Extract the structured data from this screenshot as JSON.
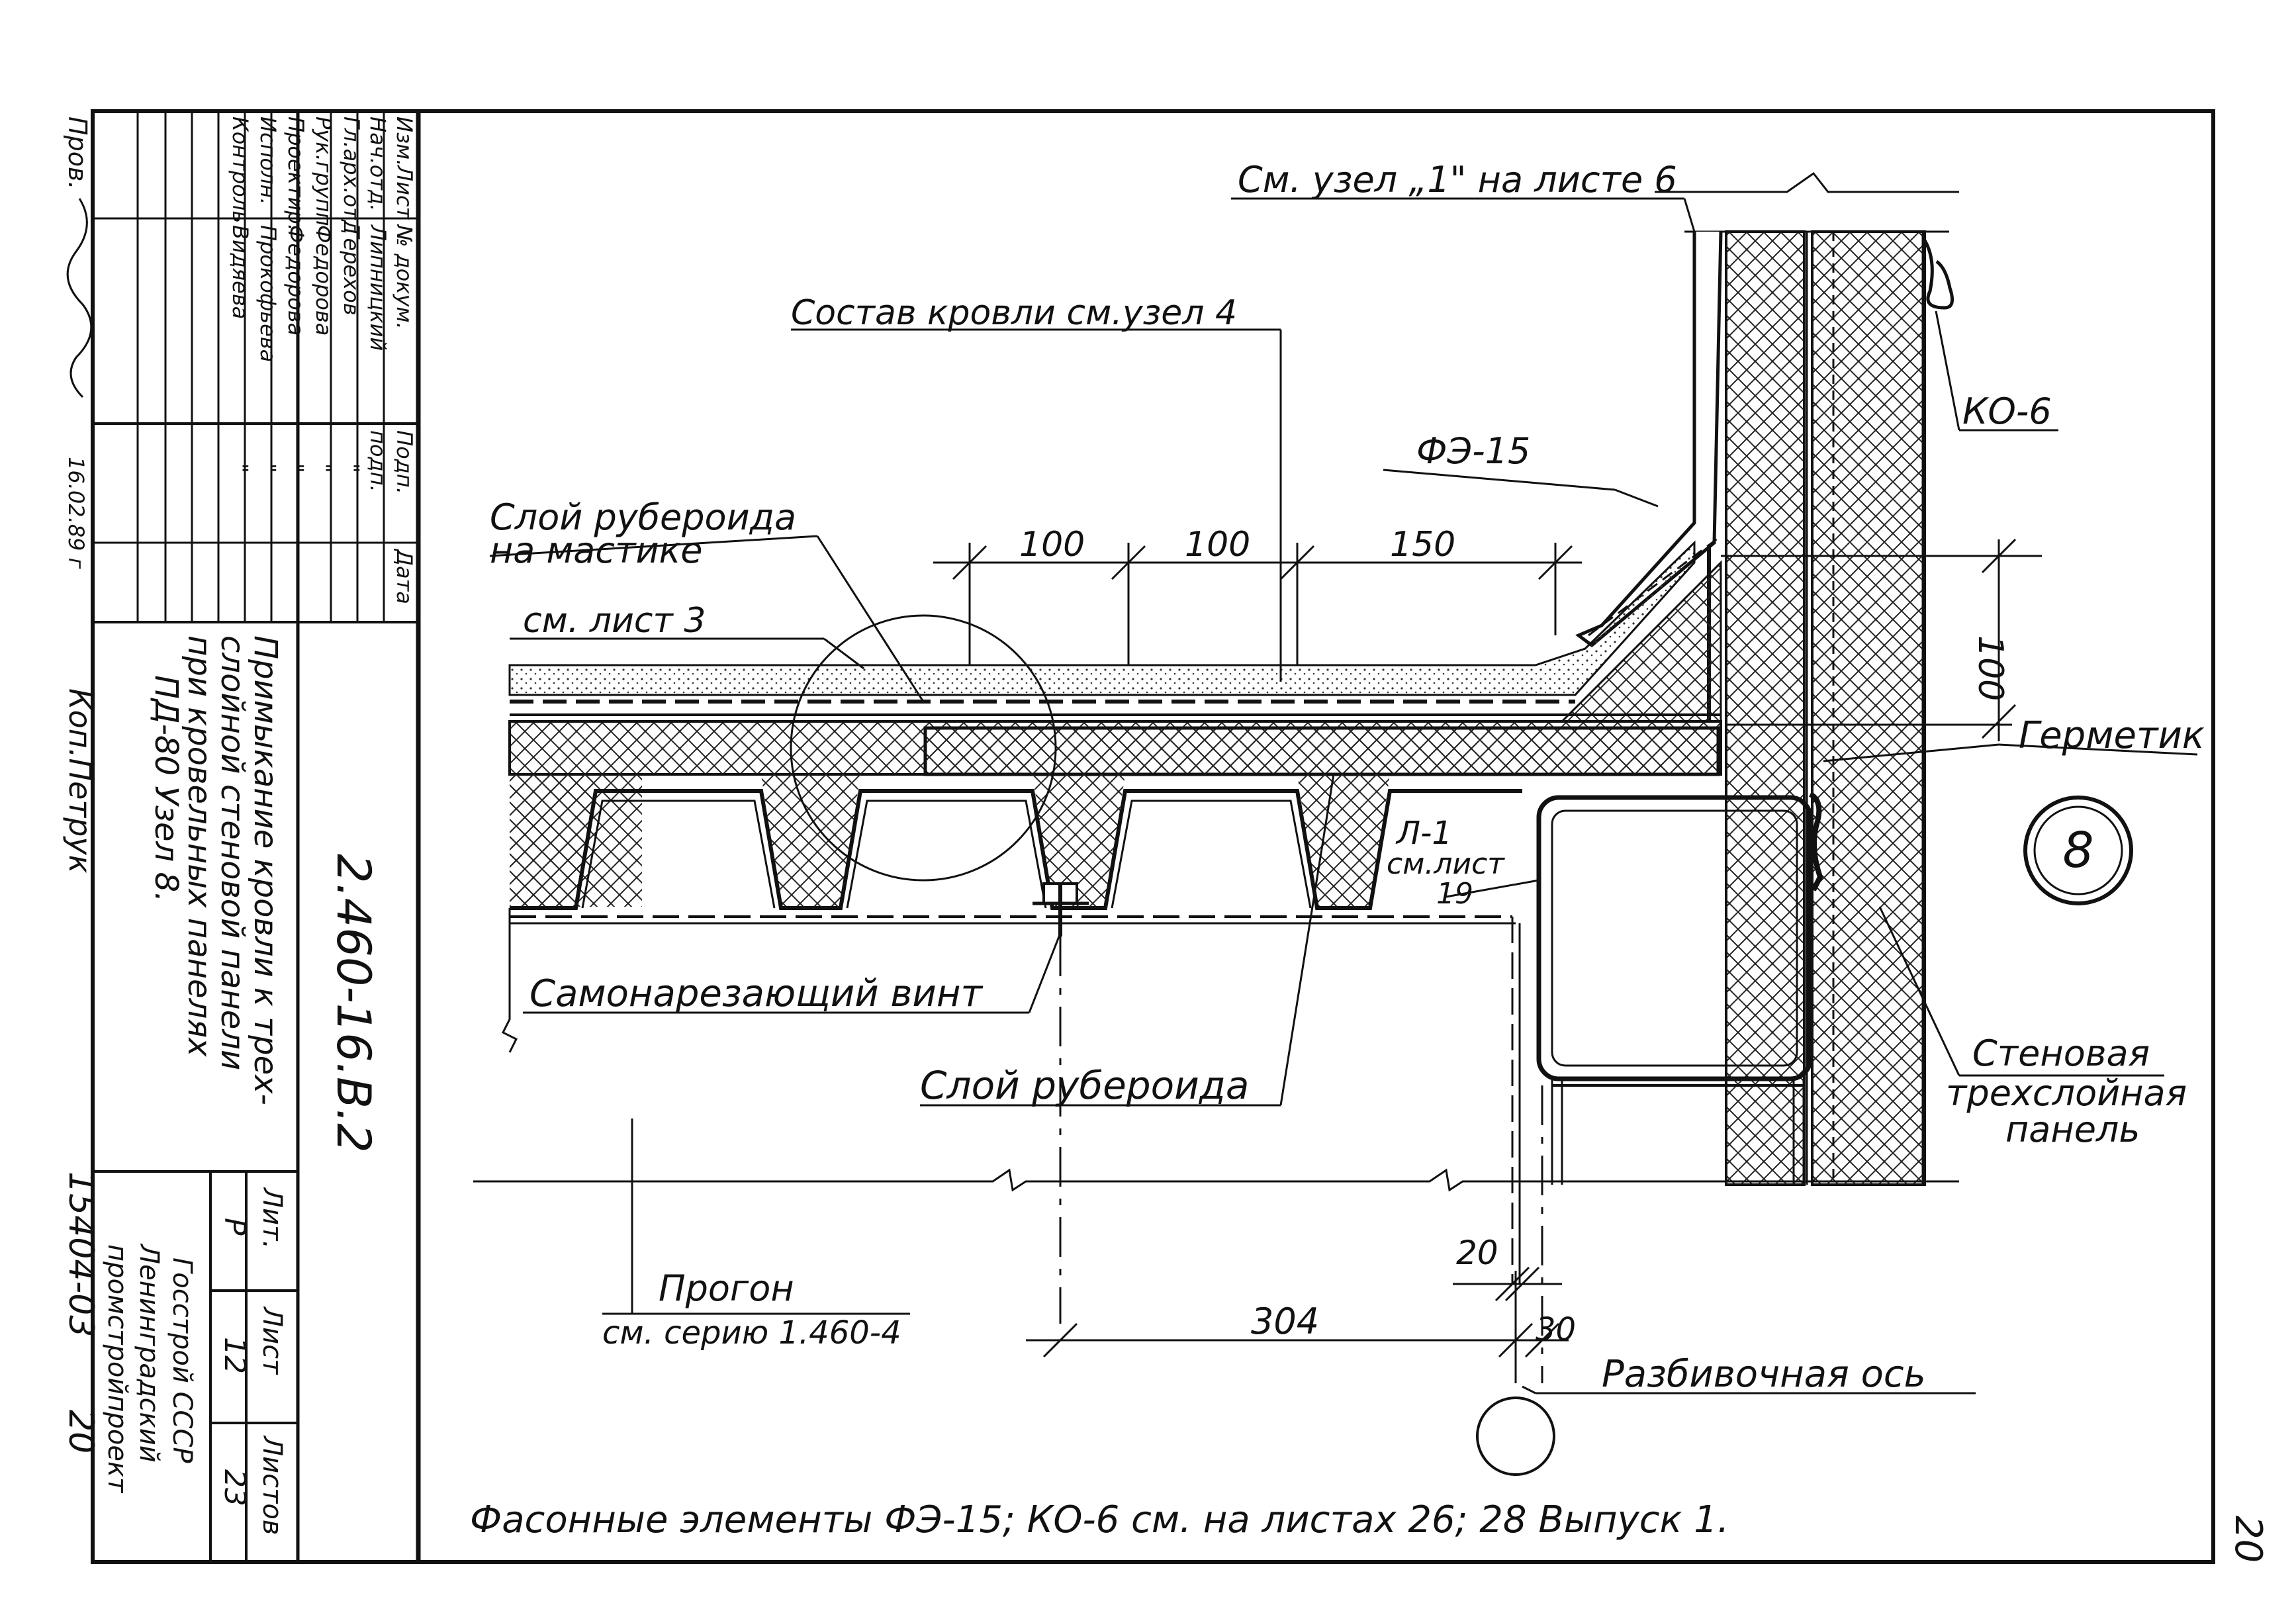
{
  "sheet": {
    "code": "2.460-16.В.2",
    "title_lines": [
      "Примыкание кровли к трех-",
      "слойной стеновой панели",
      "при кровельных панелях",
      "ПД-80 Узел 8."
    ],
    "copied_by": "Коп.Петрук",
    "archive_number": "15404-03",
    "archive_page": "20",
    "corner_page": "20",
    "organization": [
      "Госстрой СССР",
      "Ленинградский",
      "промстройпроект"
    ],
    "stage_header": "Лит.",
    "sheet_header": "Лист",
    "sheets_header": "Листов",
    "stage": "Р",
    "sheet_no": "12",
    "sheets_total": "23",
    "signature_headers": [
      "Изм.",
      "Лист",
      "№ докум.",
      "Подп.",
      "Дата"
    ],
    "signatures": [
      {
        "role": "Нач.отд.",
        "name": "Липницкий",
        "sign": "подп."
      },
      {
        "role": "Гл.арх.отд",
        "name": "Терехов",
        "sign": "\""
      },
      {
        "role": "Рук.групп",
        "name": "Федорова",
        "sign": "\""
      },
      {
        "role": "Проектир.",
        "name": "Федорова",
        "sign": "\""
      },
      {
        "role": "Исполн.",
        "name": "Прокофьева",
        "sign": "\""
      },
      {
        "role": "Контроль",
        "name": "Видяева",
        "sign": "\""
      }
    ],
    "checked_label": "Пров.",
    "checked_date": "16.02.89 г"
  },
  "labels": {
    "see_node1": "См. узел „1\" на листе 6",
    "roof_composition": "Состав кровли см.узел 4",
    "fe15": "ФЭ-15",
    "ko6": "КО-6",
    "ruberoid_mastic_1": "Слой рубероида",
    "ruberoid_mastic_2": "на мастике",
    "see_sheet3": "см. лист 3",
    "dim_100a": "100",
    "dim_100b": "100",
    "dim_150": "150",
    "dim_100v": "100",
    "sealant": "Герметик",
    "node_number": "8",
    "l1": "Л-1",
    "l1_see": "см.лист",
    "l1_sheet": "19",
    "screw": "Самонарезающий винт",
    "ruberoid_layer": "Слой рубероида",
    "wall_panel_1": "Стеновая",
    "wall_panel_2": "трехслойная",
    "wall_panel_3": "панель",
    "dim_20": "20",
    "purlin": "Прогон",
    "purlin_see": "см. серию 1.460-4",
    "dim_304": "304",
    "dim_30": "30",
    "axis": "Разбивочная ось",
    "footnote": "Фасонные  элементы ФЭ-15; КО-6 см. на листах 26; 28 Выпуск 1."
  }
}
